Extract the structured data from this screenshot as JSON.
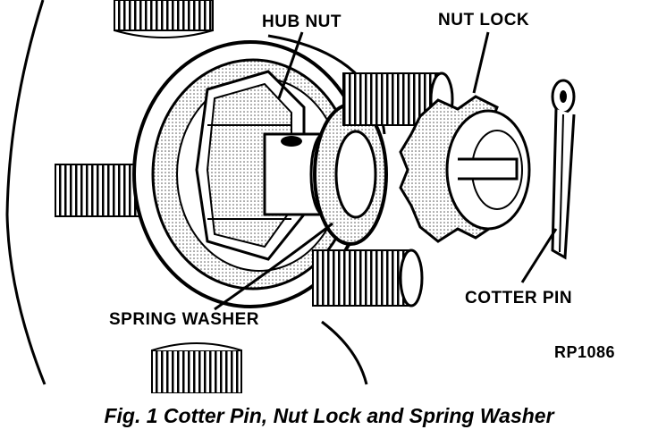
{
  "labels": {
    "hub_nut": "HUB NUT",
    "nut_lock": "NUT LOCK",
    "spring_washer": "SPRING WASHER",
    "cotter_pin": "COTTER PIN",
    "figure_code": "RP1086"
  },
  "caption": "Fig. 1 Cotter Pin, Nut Lock and Spring Washer",
  "colors": {
    "ink": "#000000",
    "paper": "#ffffff",
    "shade": "#bfbfbf"
  }
}
